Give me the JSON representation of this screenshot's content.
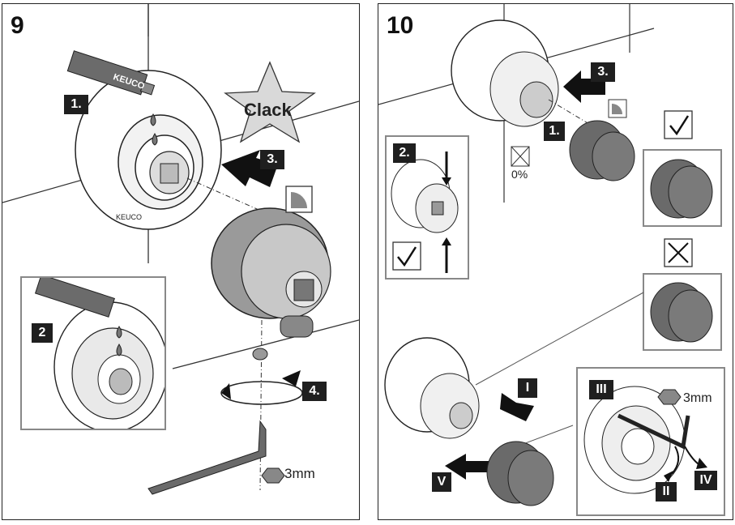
{
  "panel9": {
    "number": "9",
    "steps": [
      "1.",
      "2",
      "3.",
      "4."
    ],
    "clack": "Clack",
    "brand": "KEUCO",
    "tool_size": "3mm"
  },
  "panel10": {
    "number": "10",
    "steps": [
      "1.",
      "2.",
      "3."
    ],
    "percent": "0%",
    "roman": [
      "I",
      "II",
      "III",
      "IV",
      "V"
    ],
    "tool_size": "3mm"
  },
  "colors": {
    "dark_label": "#1f1f1f",
    "inset_border": "#888888",
    "knob": "#6a6a6a"
  }
}
